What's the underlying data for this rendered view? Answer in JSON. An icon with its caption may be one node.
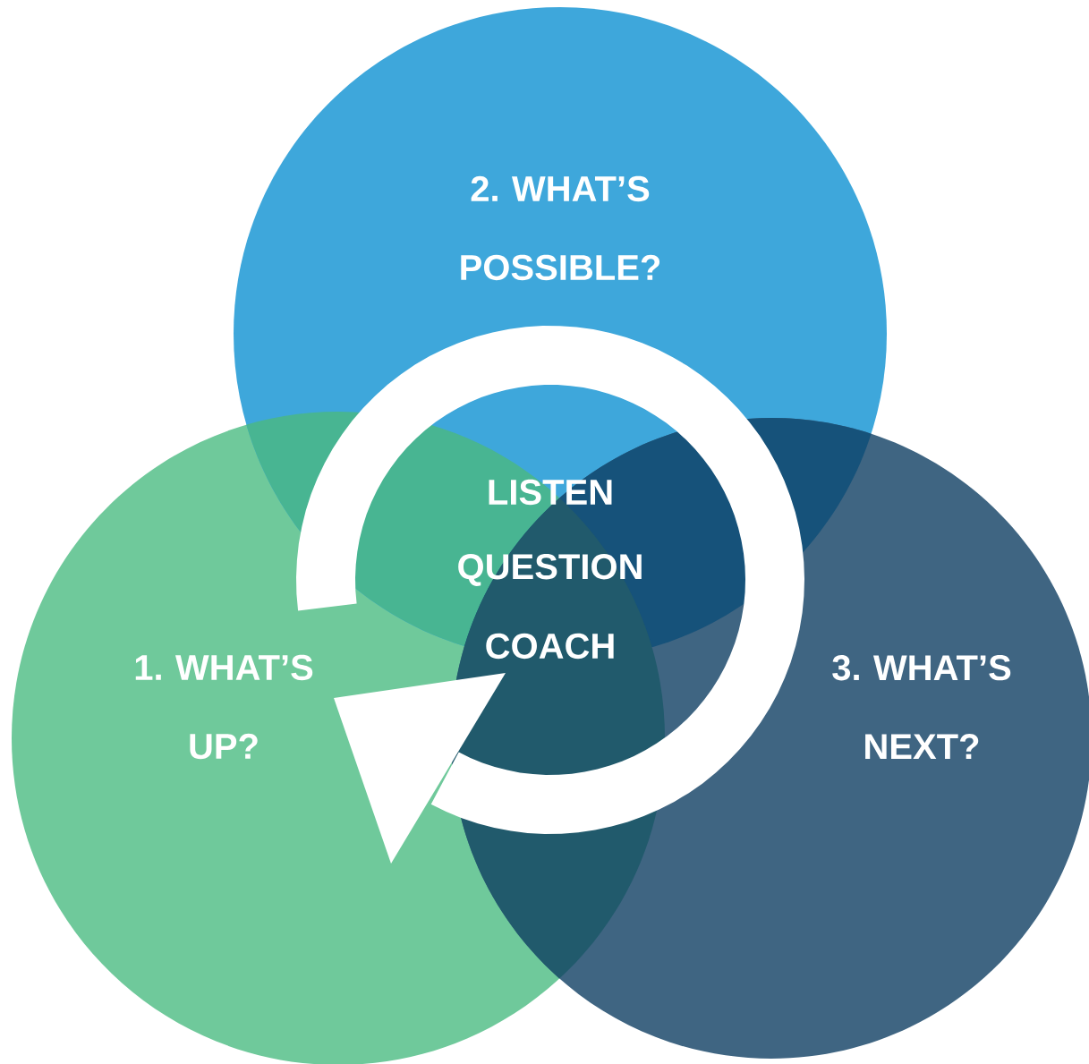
{
  "diagram": {
    "nodes": [
      {
        "text": [
          "1. WHAT’S UP?"
        ]
      },
      {
        "text": [
          "2. WHAT’S POSSIBLE?"
        ]
      },
      {
        "text": [
          "3. WHAT’S NEXT?"
        ]
      }
    ],
    "labels": [
      "LISTEN",
      "QUESTION",
      "COACH"
    ]
  }
}
